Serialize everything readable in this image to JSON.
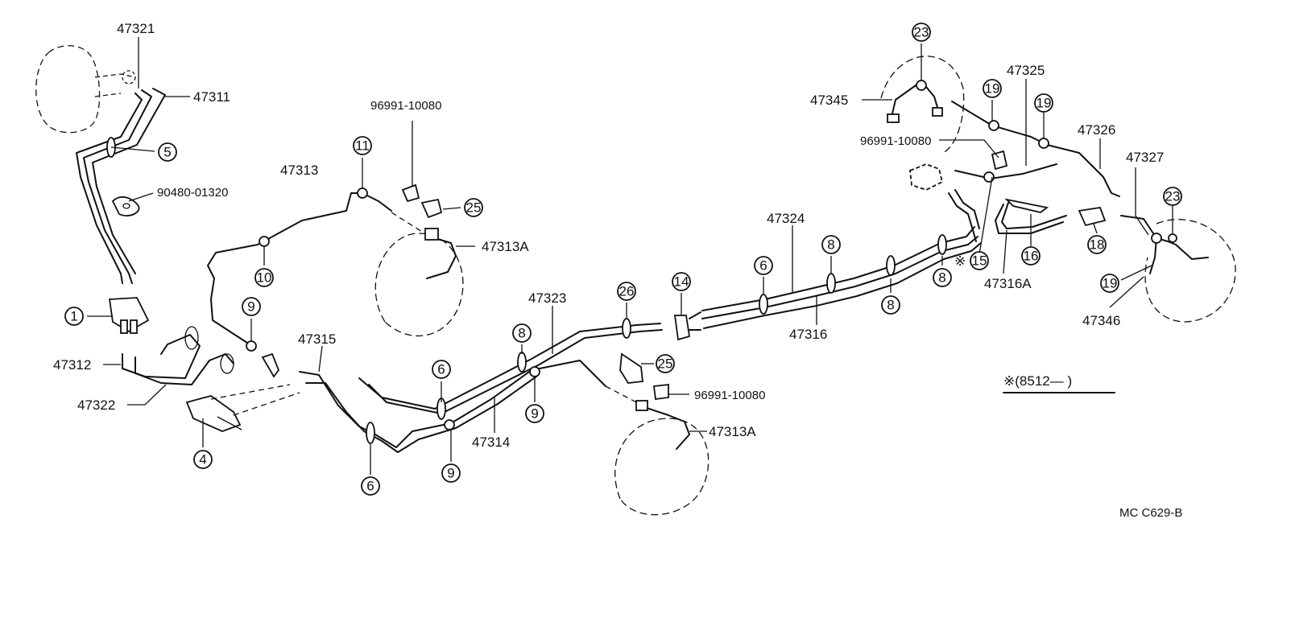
{
  "part_numbers": {
    "p47321": "47321",
    "p47311": "47311",
    "p90480": "90480-01320",
    "p47313": "47313",
    "p96991_top": "96991-10080",
    "p47313A_top": "47313A",
    "p47312": "47312",
    "p47322": "47322",
    "p47315": "47315",
    "p47323": "47323",
    "p47314": "47314",
    "p96991_mid": "96991-10080",
    "p47313A_bot": "47313A",
    "p47324": "47324",
    "p47316": "47316",
    "p47345": "47345",
    "p47325": "47325",
    "p96991_right": "96991-10080",
    "p47326": "47326",
    "p47327": "47327",
    "p47316A": "47316A",
    "p47346": "47346"
  },
  "callouts": {
    "c1": "1",
    "c4": "4",
    "c5": "5",
    "c6a": "6",
    "c6b": "6",
    "c6c": "6",
    "c8a": "8",
    "c8b": "8",
    "c8c": "8",
    "c8d": "8",
    "c9a": "9",
    "c9b": "9",
    "c9c": "9",
    "c10": "10",
    "c11": "11",
    "c14": "14",
    "c15": "15",
    "c16": "16",
    "c18": "18",
    "c19a": "19",
    "c19b": "19",
    "c19c": "19",
    "c23a": "23",
    "c23b": "23",
    "c25a": "25",
    "c25b": "25",
    "c26": "26"
  },
  "mark_15": "※",
  "note_text": "※(8512—        )",
  "drawing_code": "MC  C629-B"
}
